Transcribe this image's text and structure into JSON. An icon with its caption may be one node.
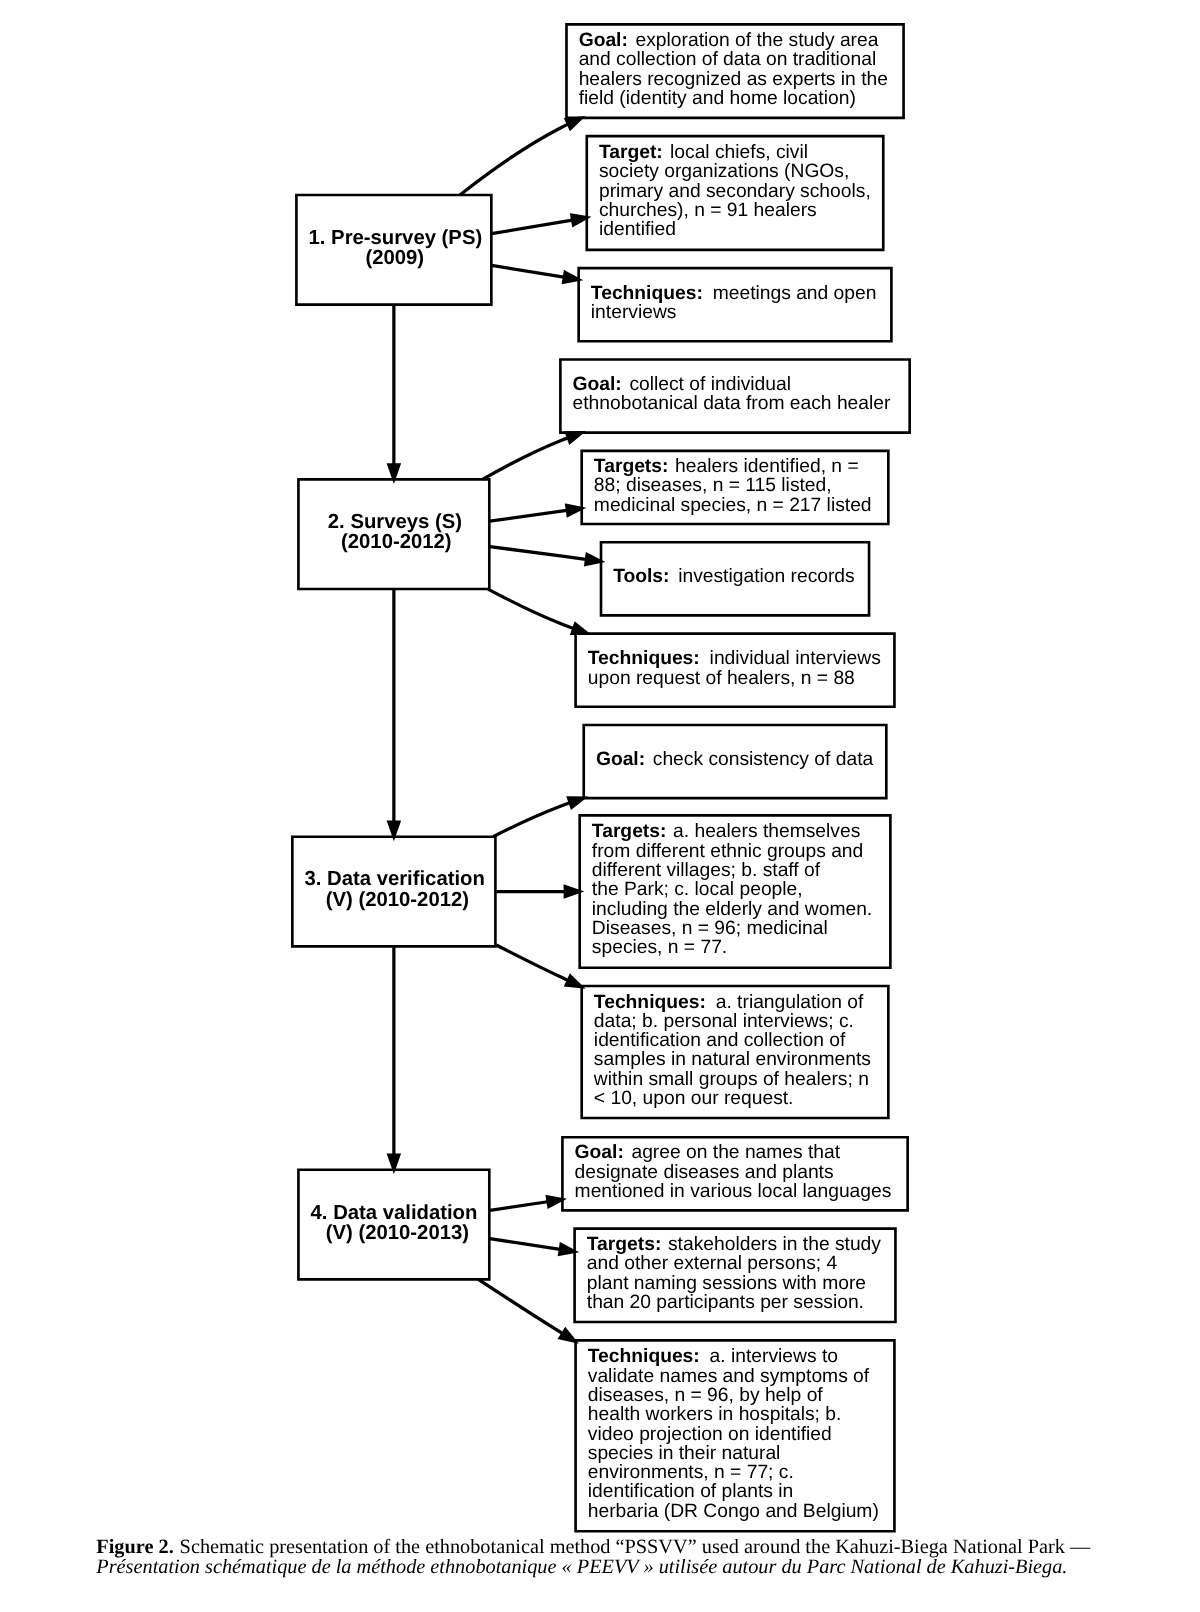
{
  "diagram": {
    "caption": "**Figure 2.** Schematic presentation of the ethnobotanical method “PSSVV” used around the Kahuzi-Biega National Park — *Présentation schématique de la méthode ethnobotanique « PEEVV » utilisée autour du Parc National de Kahuzi-Biega.*",
    "nodes": [
      {
        "text": [
          "1. Pre-survey (PS) (2009)"
        ]
      },
      {
        "text": [
          "**Goal:** exploration of the study area and collection of data on traditional healers recognized as experts in the field (identity and home location)"
        ]
      },
      {
        "text": [
          "**Target:** local chiefs, civil society organizations (NGOs, primary and secondary schools, churches), n = 91 healers identified"
        ]
      },
      {
        "text": [
          "**Techniques:** meetings and open interviews"
        ]
      },
      {
        "text": [
          "2. Surveys (S) (2010-2012)"
        ]
      },
      {
        "text": [
          "**Goal:** collect of individual ethnobotanical data from each healer"
        ]
      },
      {
        "text": [
          "**Targets:** healers identified, n = 88; diseases, n = 115 listed, medicinal species, n = 217 listed"
        ]
      },
      {
        "text": [
          "**Tools:** investigation records"
        ]
      },
      {
        "text": [
          "**Techniques:** individual interviews upon request of healers, n = 88"
        ]
      },
      {
        "text": [
          "3. Data verification (V) (2010-2012)"
        ]
      },
      {
        "text": [
          "**Goal:** check consistency of data"
        ]
      },
      {
        "text": [
          "**Targets:** a. healers themselves from different ethnic groups and different villages; b. staff of the Park; c. local people, including the elderly and women. Diseases, n = 96; medicinal species, n = 77."
        ]
      },
      {
        "text": [
          "**Techniques:** a. triangulation of data; b. personal interviews; c. identification and collection of samples in natural environments within small groups of healers; n < 10, upon our request."
        ]
      },
      {
        "text": [
          "4. Data validation (V) (2010-2013)"
        ]
      },
      {
        "text": [
          "**Goal:** agree on the names that designate diseases and plants mentioned in various local languages"
        ]
      },
      {
        "text": [
          "**Targets:** stakeholders in the study and other external persons; 4 plant naming sessions with more than 20 participants per session."
        ]
      },
      {
        "text": [
          "**Techniques:** a. interviews to validate names and symptoms of diseases, n = 96, by help of health workers in hospitals; b. video projection on identified species in their natural environments, n = 77; c. identification of plants in herbaria (DR Congo and Belgium)"
        ]
      }
    ],
    "edges": [
      {
        "from": 0,
        "to": 1,
        "arrow": "to"
      },
      {
        "from": 0,
        "to": 2,
        "arrow": "to"
      },
      {
        "from": 0,
        "to": 3,
        "arrow": "to"
      },
      {
        "from": 0,
        "to": 4,
        "arrow": "to"
      },
      {
        "from": 4,
        "to": 5,
        "arrow": "to"
      },
      {
        "from": 4,
        "to": 6,
        "arrow": "to"
      },
      {
        "from": 4,
        "to": 7,
        "arrow": "to"
      },
      {
        "from": 4,
        "to": 8,
        "arrow": "to"
      },
      {
        "from": 4,
        "to": 9,
        "arrow": "to"
      },
      {
        "from": 9,
        "to": 10,
        "arrow": "to"
      },
      {
        "from": 9,
        "to": 11,
        "arrow": "to"
      },
      {
        "from": 9,
        "to": 12,
        "arrow": "to"
      },
      {
        "from": 9,
        "to": 13,
        "arrow": "to"
      },
      {
        "from": 13,
        "to": 14,
        "arrow": "to"
      },
      {
        "from": 13,
        "to": 15,
        "arrow": "to"
      },
      {
        "from": 13,
        "to": 16,
        "arrow": "to"
      }
    ]
  }
}
